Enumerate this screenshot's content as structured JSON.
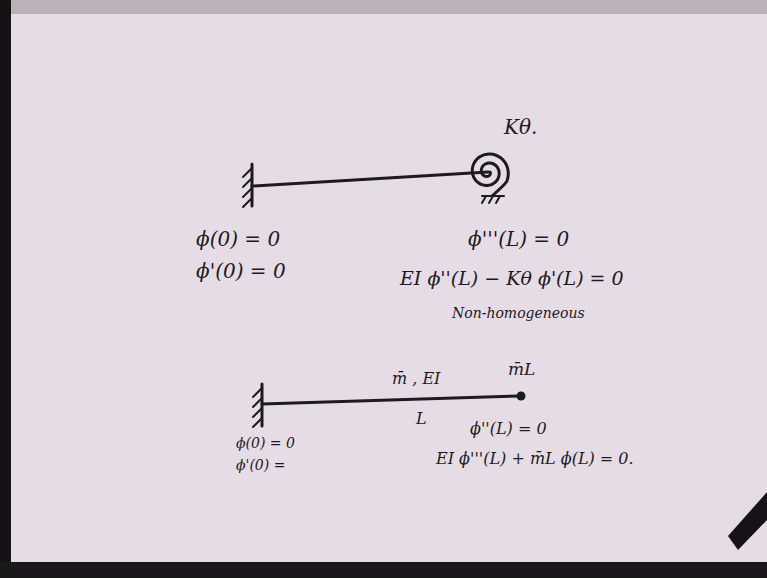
{
  "diagram": {
    "labels": [
      "Kθ.",
      "ϕ(0) = 0",
      "ϕ'(0) = 0",
      "ϕ'''(L) = 0",
      "EI ϕ''(L) − Kθ ϕ'(L) = 0",
      "Non-homogeneous",
      "m̄ , EI",
      "m̄L",
      "L",
      "ϕ(0) = 0",
      "ϕ'(0) =",
      "ϕ''(L) = 0",
      "EI ϕ'''(L) + m̄L ϕ(L) = 0."
    ]
  }
}
